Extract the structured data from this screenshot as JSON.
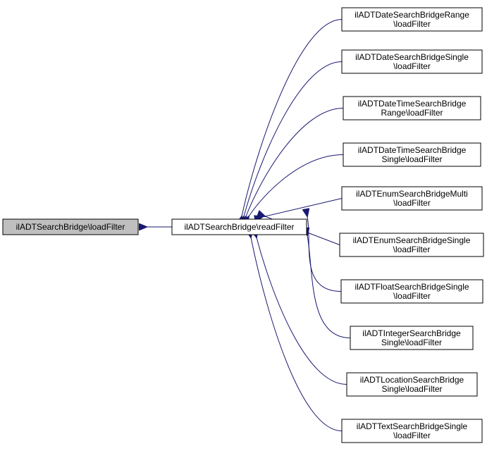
{
  "graph": {
    "edge_color": "#191970",
    "focus_fill": "#bfbfbf",
    "root": {
      "line1": "ilADTSearchBridge\\loadFilter"
    },
    "middle": {
      "line1": "ilADTSearchBridge\\readFilter"
    },
    "callers": [
      {
        "line1": "ilADTDateSearchBridgeRange",
        "line2": "\\loadFilter"
      },
      {
        "line1": "ilADTDateSearchBridgeSingle",
        "line2": "\\loadFilter"
      },
      {
        "line1": "ilADTDateTimeSearchBridge",
        "line2": "Range\\loadFilter"
      },
      {
        "line1": "ilADTDateTimeSearchBridge",
        "line2": "Single\\loadFilter"
      },
      {
        "line1": "ilADTEnumSearchBridgeMulti",
        "line2": "\\loadFilter"
      },
      {
        "line1": "ilADTEnumSearchBridgeSingle",
        "line2": "\\loadFilter"
      },
      {
        "line1": "ilADTFloatSearchBridgeSingle",
        "line2": "\\loadFilter"
      },
      {
        "line1": "ilADTIntegerSearchBridge",
        "line2": "Single\\loadFilter"
      },
      {
        "line1": "ilADTLocationSearchBridge",
        "line2": "Single\\loadFilter"
      },
      {
        "line1": "ilADTTextSearchBridgeSingle",
        "line2": "\\loadFilter"
      }
    ]
  }
}
